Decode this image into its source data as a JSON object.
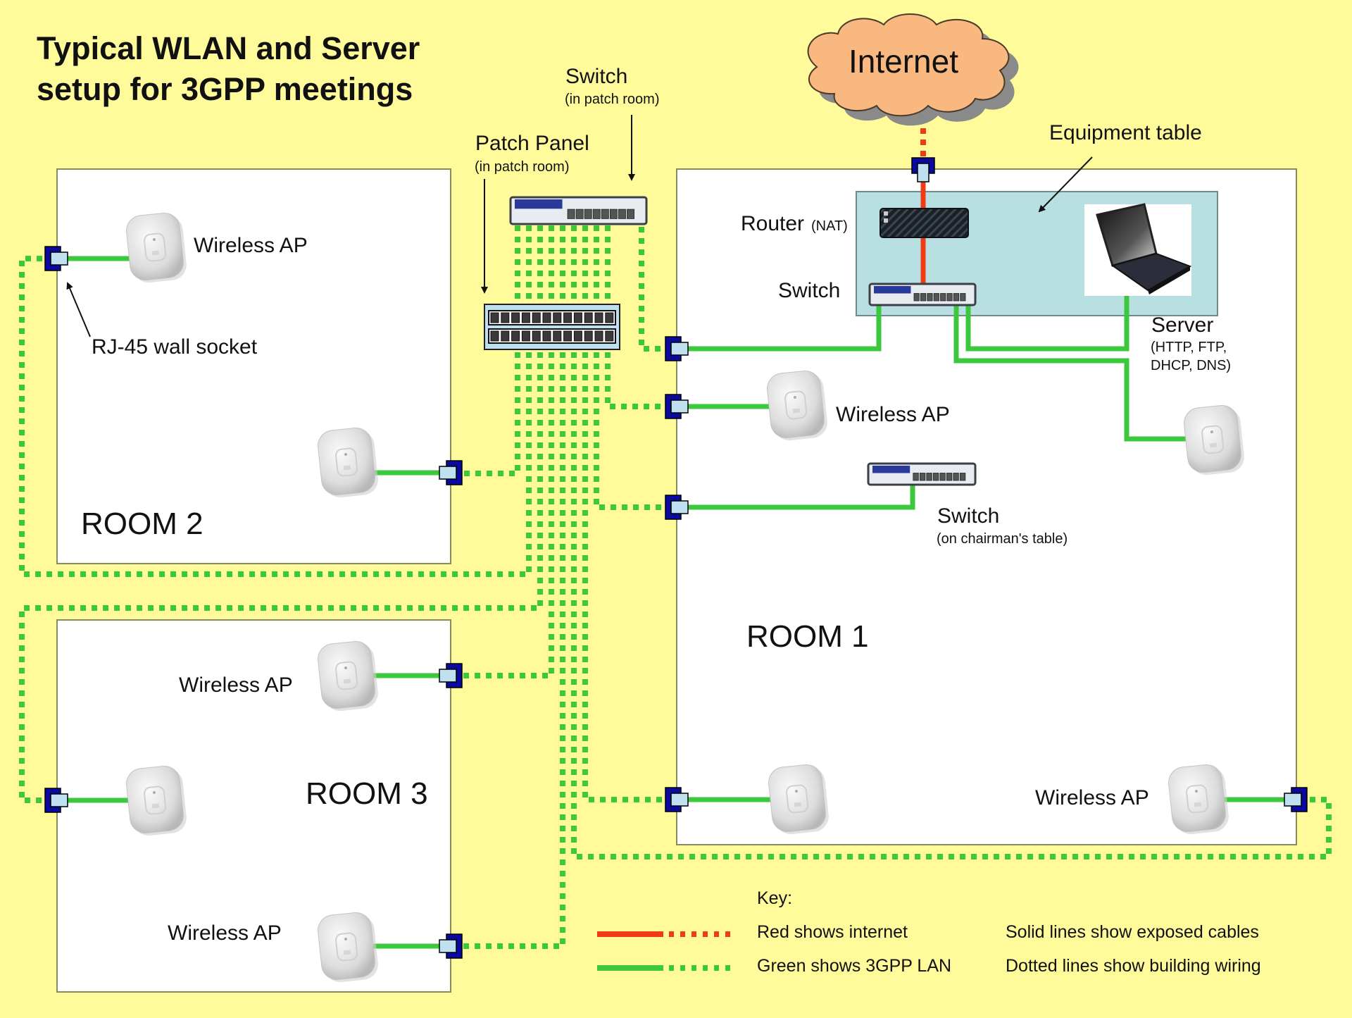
{
  "title": {
    "line1": "Typical WLAN and Server",
    "line2": "setup for 3GPP meetings"
  },
  "internet": {
    "label": "Internet"
  },
  "patch_room": {
    "switch_label": "Switch",
    "switch_sublabel": "(in patch room)",
    "patch_panel_label": "Patch Panel",
    "patch_panel_sublabel": "(in patch room)"
  },
  "room1": {
    "name": "ROOM 1",
    "equipment_table_label": "Equipment table",
    "router_label": "Router",
    "router_sublabel": "(NAT)",
    "switch_label": "Switch",
    "server_label": "Server",
    "server_services_line1": "(HTTP, FTP,",
    "server_services_line2": "DHCP, DNS)",
    "ap_label": "Wireless AP",
    "chair_switch_label": "Switch",
    "chair_switch_sublabel": "(on chairman's table)",
    "ap_bottom_label": "Wireless AP"
  },
  "room2": {
    "name": "ROOM 2",
    "ap_label": "Wireless AP",
    "socket_label": "RJ-45 wall socket"
  },
  "room3": {
    "name": "ROOM 3",
    "ap_top_label": "Wireless AP",
    "ap_bottom_label": "Wireless AP"
  },
  "key": {
    "heading": "Key:",
    "red_label": "Red shows internet",
    "green_label": "Green shows 3GPP LAN",
    "solid_label": "Solid lines show exposed cables",
    "dotted_label": "Dotted lines show building wiring"
  },
  "colors": {
    "background": "#fffb9a",
    "lan_green": "#3cc83c",
    "internet_red": "#f03c14",
    "socket_blue": "#0a0aa0",
    "socket_light": "#bfe0f0",
    "equipment_table": "#b8e0e2",
    "cloud": "#f8b880"
  }
}
